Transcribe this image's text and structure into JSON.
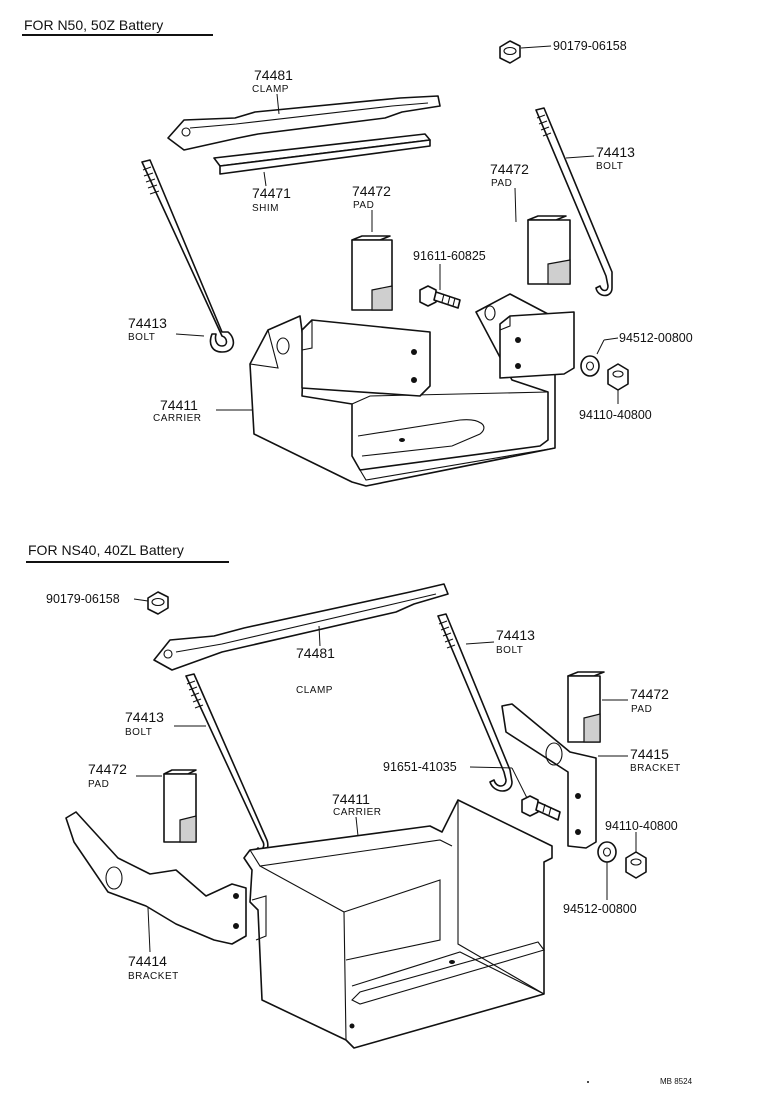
{
  "sections": [
    {
      "title": "FOR  N50, 50Z Battery"
    },
    {
      "title": "FOR  NS40, 40ZL Battery"
    }
  ],
  "parts": {
    "clamp_74481": {
      "number": "74481",
      "name": "CLAMP"
    },
    "shim_74471": {
      "number": "74471",
      "name": "SHIM"
    },
    "pad_74472": {
      "number": "74472",
      "name": "PAD"
    },
    "bolt_74413": {
      "number": "74413",
      "name": "BOLT"
    },
    "carrier_74411": {
      "number": "74411",
      "name": "CARRIER"
    },
    "bracket_74415": {
      "number": "74415",
      "name": "BRACKET"
    },
    "bracket_74414": {
      "number": "74414",
      "name": "BRACKET"
    },
    "nut_90179": {
      "number": "90179-06158"
    },
    "bolt_91611": {
      "number": "91611-60825"
    },
    "bolt_91651": {
      "number": "91651-41035"
    },
    "washer_94512": {
      "number": "94512-00800"
    },
    "nut_94110": {
      "number": "94110-40800"
    }
  },
  "stamp": "MB  8524"
}
